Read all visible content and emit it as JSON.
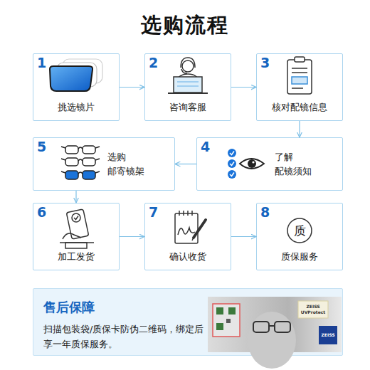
{
  "diagram": {
    "title": "选购流程",
    "nodes": [
      {
        "text": [
          "1",
          "挑选镜片"
        ]
      },
      {
        "text": [
          "2",
          "咨询客服"
        ]
      },
      {
        "text": [
          "3",
          "核对配镜信息"
        ]
      },
      {
        "text": [
          "4",
          "了解 配镜须知"
        ]
      },
      {
        "text": [
          "5",
          "选购 邮寄镜架"
        ]
      },
      {
        "text": [
          "6",
          "加工发货"
        ]
      },
      {
        "text": [
          "7",
          "确认收货"
        ]
      },
      {
        "text": [
          "8",
          "质保服务"
        ]
      },
      {
        "text": [
          "售后保障",
          "扫描包装袋/质保卡防伪二维码，绑定后享一年质保服务。"
        ]
      }
    ],
    "edges": [
      {
        "from": 0,
        "to": 1,
        "arrow": "to"
      },
      {
        "from": 1,
        "to": 2,
        "arrow": "to"
      },
      {
        "from": 2,
        "to": 3,
        "arrow": "to"
      },
      {
        "from": 3,
        "to": 4,
        "arrow": "to"
      },
      {
        "from": 4,
        "to": 5,
        "arrow": "to"
      },
      {
        "from": 5,
        "to": 6,
        "arrow": "to"
      },
      {
        "from": 6,
        "to": 7,
        "arrow": "to"
      }
    ],
    "labels": [
      "质",
      "ZEISS UVProtect",
      "ZEISS"
    ]
  }
}
